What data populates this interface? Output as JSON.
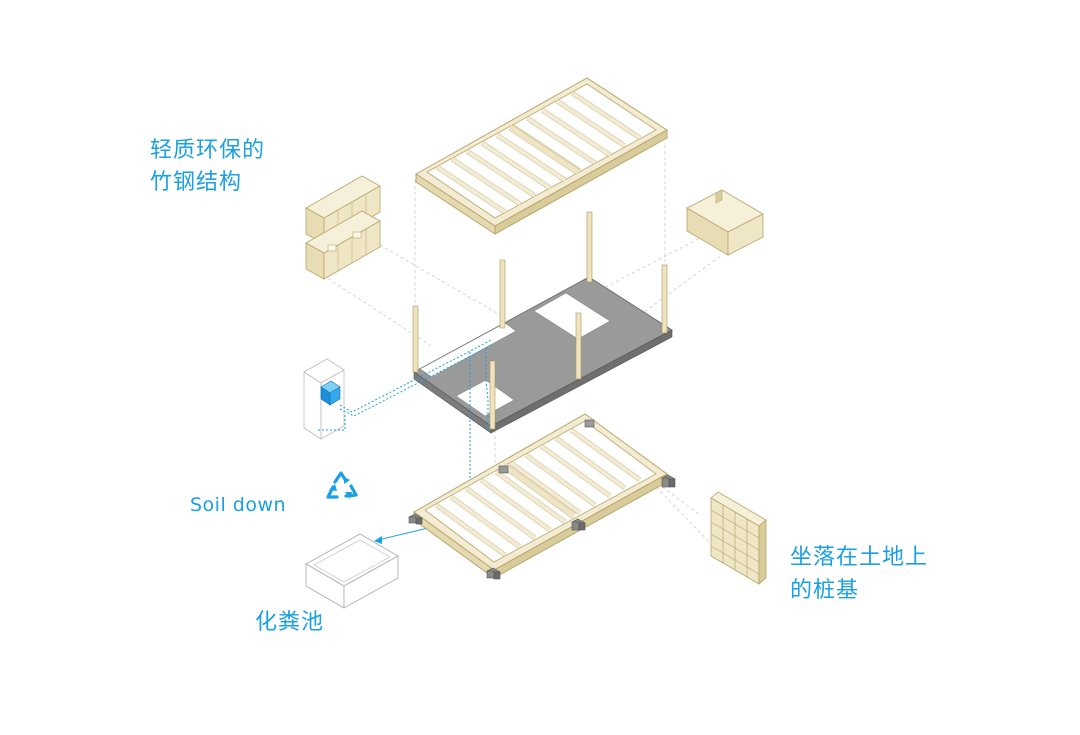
{
  "annotations": {
    "structure_line1": "轻质环保的",
    "structure_line2": "竹钢结构",
    "soil_down": "Soil down",
    "septic_tank": "化粪池",
    "piles_line1": "坐落在土地上",
    "piles_line2": "的桩基"
  },
  "icons": {
    "recycle": "recycle-icon"
  },
  "colors": {
    "annotation": "#1aa0e3",
    "bamboo": "#f3ecd3",
    "bamboo_edge": "#b8a66a",
    "slab": "#9a9a9a",
    "slab_side": "#6f6f6f",
    "guide": "#c8c8c8",
    "pipe": "#1aa0e3"
  }
}
